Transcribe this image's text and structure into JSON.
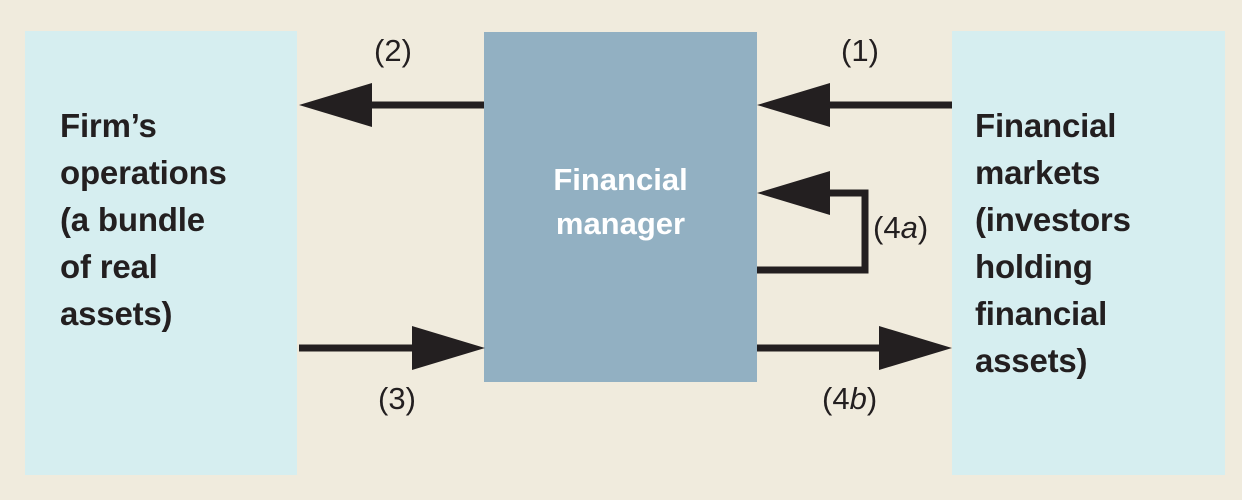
{
  "figure": {
    "background_color": "#f0ebdd",
    "panel_color": "#d6eef0",
    "center_color": "#92b0c2",
    "ink_color": "#231f20",
    "center_text_color": "#ffffff"
  },
  "nodes": {
    "left_panel": {
      "name": "firms-operations",
      "text": "Firm’s\noperations\n(a bundle\nof real\nassets)"
    },
    "center_box": {
      "name": "financial-manager",
      "text": "Financial\nmanager"
    },
    "right_panel": {
      "name": "financial-markets",
      "text": "Financial\nmarkets\n(investors\nholding\nfinancial\nassets)"
    }
  },
  "flows": [
    {
      "id": "1",
      "label_plain": "(1)",
      "label_prefix": "(1",
      "label_italic": "",
      "label_suffix": ")",
      "from": "financial-markets",
      "to": "financial-manager",
      "direction": "left"
    },
    {
      "id": "2",
      "label_plain": "(2)",
      "label_prefix": "(2",
      "label_italic": "",
      "label_suffix": ")",
      "from": "financial-manager",
      "to": "firms-operations",
      "direction": "left"
    },
    {
      "id": "3",
      "label_plain": "(3)",
      "label_prefix": "(3",
      "label_italic": "",
      "label_suffix": ")",
      "from": "firms-operations",
      "to": "financial-manager",
      "direction": "right"
    },
    {
      "id": "4a",
      "label_plain": "(4a)",
      "label_prefix": "(4",
      "label_italic": "a",
      "label_suffix": ")",
      "from": "financial-manager",
      "to": "financial-manager",
      "direction": "loop"
    },
    {
      "id": "4b",
      "label_plain": "(4b)",
      "label_prefix": "(4",
      "label_italic": "b",
      "label_suffix": ")",
      "from": "financial-manager",
      "to": "financial-markets",
      "direction": "right"
    }
  ]
}
